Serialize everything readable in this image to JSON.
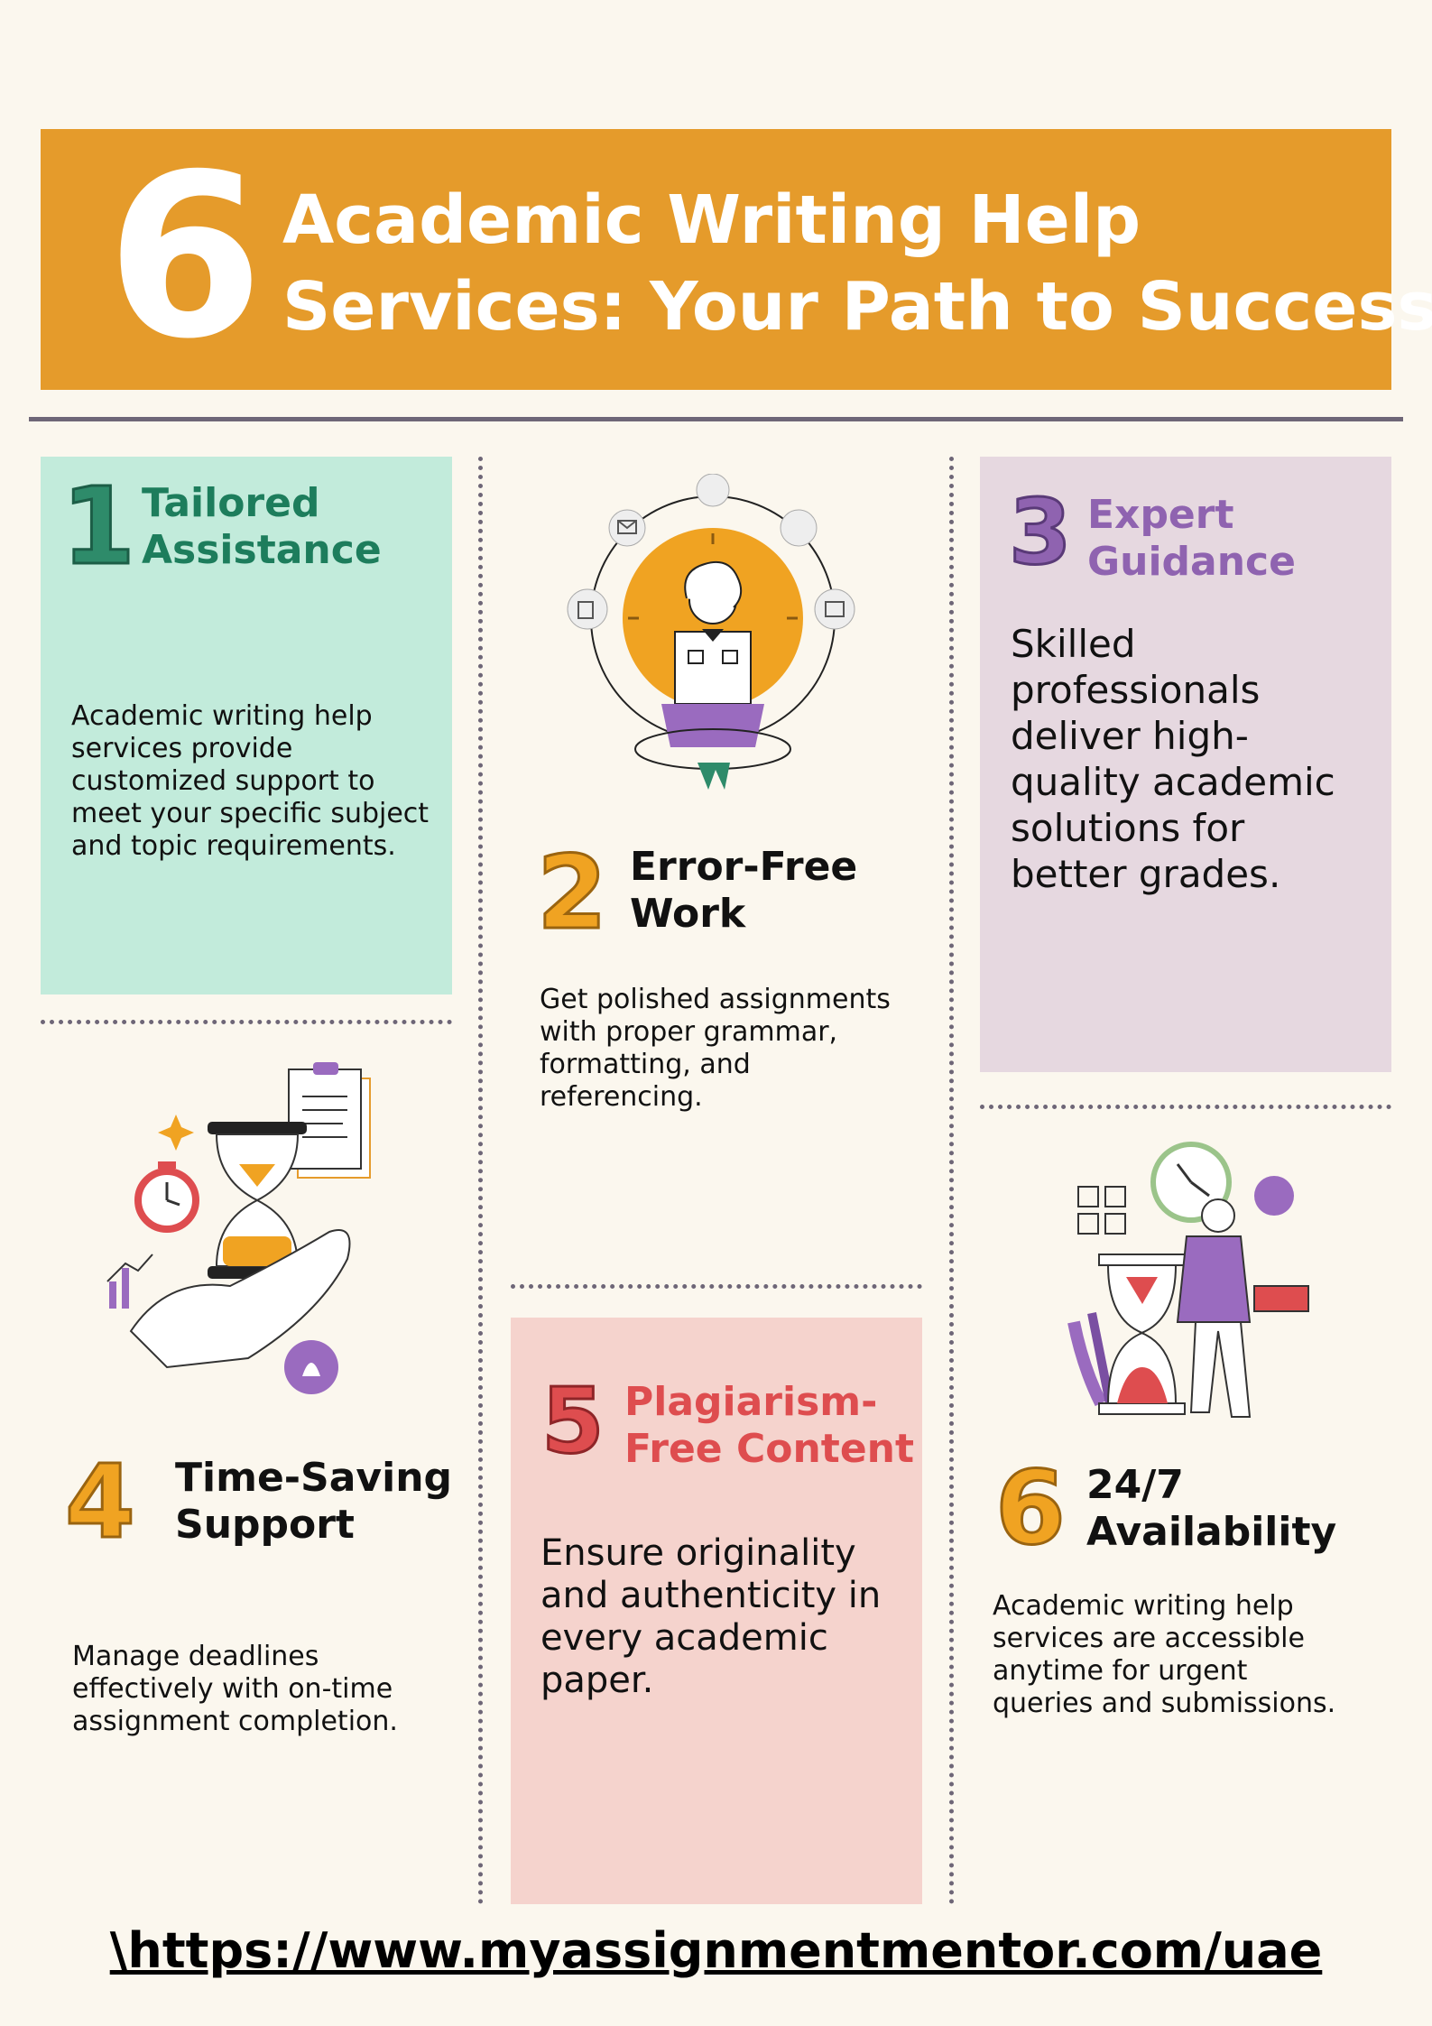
{
  "header": {
    "number": "6",
    "title_line1": "Academic Writing Help",
    "title_line2": "Services: Your Path to Success"
  },
  "items": [
    {
      "number": "1",
      "title_line1": "Tailored",
      "title_line2": "Assistance",
      "body": [
        "Academic writing help",
        "services provide",
        "customized support to",
        "meet your specific subject",
        "and topic requirements."
      ],
      "accent": "#2e8b6a"
    },
    {
      "number": "2",
      "title_line1": "Error-Free",
      "title_line2": "Work",
      "body": [
        "Get polished assignments",
        "with proper grammar,",
        "formatting, and",
        "referencing."
      ],
      "accent": "#f0a322"
    },
    {
      "number": "3",
      "title_line1": "Expert",
      "title_line2": "Guidance",
      "body": [
        "Skilled",
        "professionals",
        "deliver high-",
        "quality academic",
        "solutions for",
        "better grades."
      ],
      "accent": "#8f63b0"
    },
    {
      "number": "4",
      "title_line1": "Time-Saving",
      "title_line2": "Support",
      "body": [
        "Manage deadlines",
        "effectively with on-time",
        "assignment completion."
      ],
      "accent": "#f0a322"
    },
    {
      "number": "5",
      "title_line1": "Plagiarism-",
      "title_line2": "Free Content",
      "body": [
        "Ensure originality",
        "and authenticity in",
        "every academic",
        "paper."
      ],
      "accent": "#de4d4f"
    },
    {
      "number": "6",
      "title_line1": "24/7",
      "title_line2": "Availability",
      "body": [
        "Academic writing help",
        "services are accessible",
        "anytime for urgent",
        "queries and submissions."
      ],
      "accent": "#f0a322"
    }
  ],
  "footer": {
    "url": "\\https://www.myassignmentmentor.com/uae"
  },
  "colors": {
    "banner": "#e59b2b",
    "background": "#fbf7ee",
    "card1": "#c2ebdb",
    "card3": "#e6d8e0",
    "card5": "#f5d3cd"
  },
  "icons": [
    "student-laptop-illustration",
    "hourglass-hand-illustration",
    "businessman-hourglass-illustration"
  ]
}
